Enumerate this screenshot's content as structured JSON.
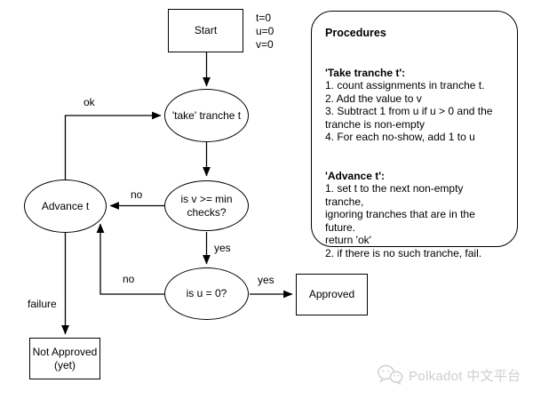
{
  "diagram": {
    "nodes": {
      "start": {
        "label": "Start"
      },
      "init_vars": {
        "label": "t=0\nu=0\nv=0"
      },
      "take_tranche": {
        "label": "'take' tranche t"
      },
      "check_v": {
        "label": "is v >= min\nchecks?"
      },
      "check_u": {
        "label": "is u = 0?"
      },
      "advance": {
        "label": "Advance t"
      },
      "approved": {
        "label": "Approved"
      },
      "not_approved": {
        "label": "Not Approved\n(yet)"
      }
    },
    "edge_labels": {
      "ok": "ok",
      "no_checks": "no",
      "yes_checks": "yes",
      "no_u": "no",
      "yes_u": "yes",
      "failure": "failure"
    }
  },
  "procedures": {
    "title": "Procedures",
    "sections": [
      {
        "heading": "'Take tranche t':",
        "body": "1. count assignments in tranche t.\n2. Add the value to v\n3. Subtract 1 from u if u > 0 and the\ntranche is non-empty\n4. For each no-show, add 1 to u"
      },
      {
        "heading": "'Advance t':",
        "body": "1. set t to the next non-empty tranche,\nignoring tranches that are in the future.\nreturn 'ok'\n2. if there is no such tranche, fail."
      }
    ]
  },
  "watermark": {
    "icon": "wechat-icon",
    "text": "Polkadot 中文平台"
  },
  "colors": {
    "stroke": "#000000",
    "background": "#ffffff",
    "watermark": "#cfcfcf"
  }
}
